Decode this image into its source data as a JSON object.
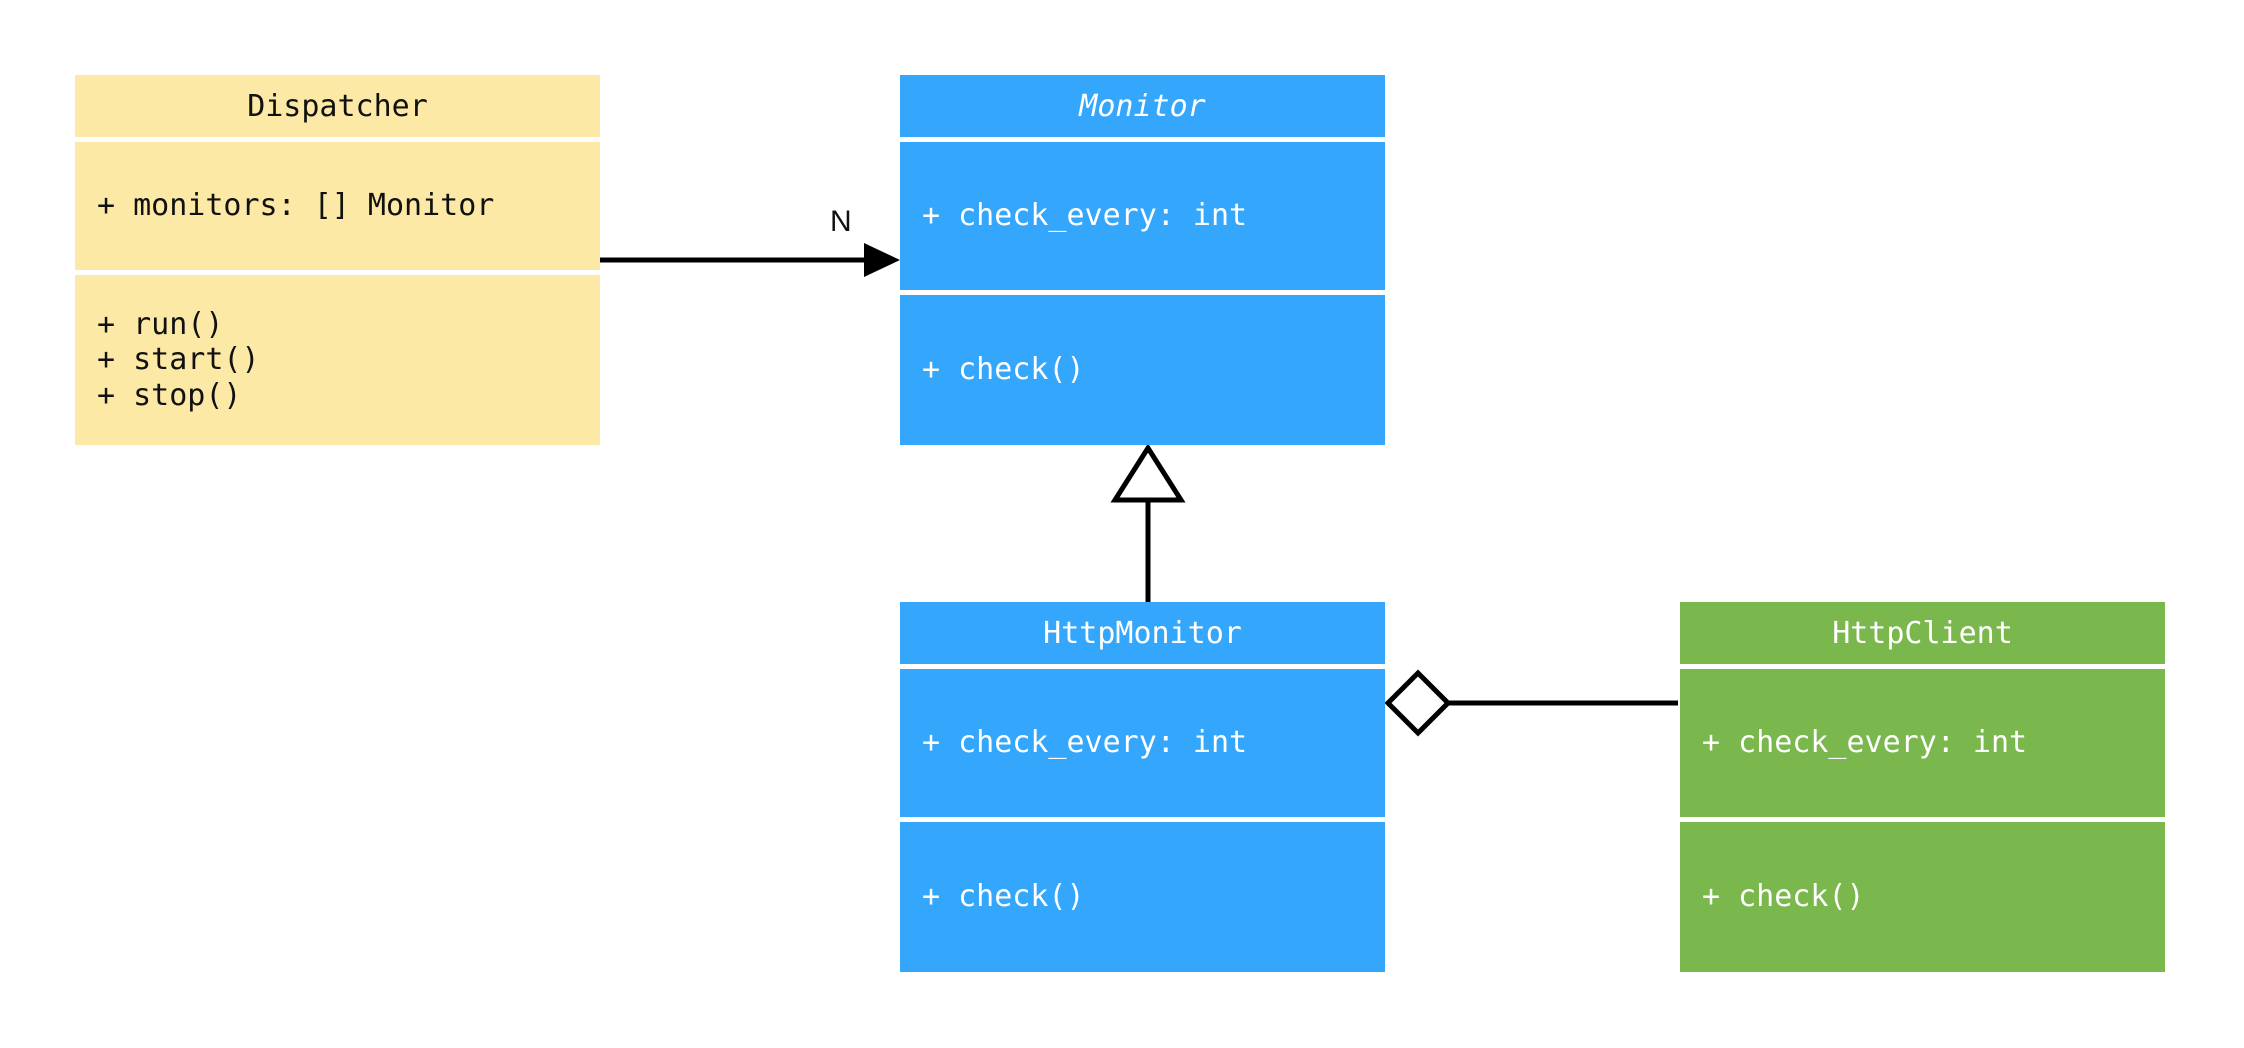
{
  "diagram": {
    "kind": "uml-class-diagram",
    "background": "#ffffff",
    "palette": {
      "cream": "#fce9a5",
      "blue": "#34a7fc",
      "green": "#7ab74c",
      "line": "#000000",
      "dark_text": "#111111",
      "light_text": "#ffffff"
    }
  },
  "classes": {
    "dispatcher": {
      "name": "Dispatcher",
      "abstract": false,
      "color": "#fce9a5",
      "attributes": [
        "+ monitors: [] Monitor"
      ],
      "operations": [
        "+ run()",
        "+ start()",
        "+ stop()"
      ]
    },
    "monitor": {
      "name": "Monitor",
      "abstract": true,
      "color": "#34a7fc",
      "attributes": [
        "+ check_every: int"
      ],
      "operations": [
        "+ check()"
      ]
    },
    "http_monitor": {
      "name": "HttpMonitor",
      "abstract": false,
      "color": "#34a7fc",
      "attributes": [
        "+ check_every: int"
      ],
      "operations": [
        "+ check()"
      ]
    },
    "http_client": {
      "name": "HttpClient",
      "abstract": false,
      "color": "#7ab74c",
      "attributes": [
        "+ check_every: int"
      ],
      "operations": [
        "+ check()"
      ]
    }
  },
  "relations": {
    "dispatcher_to_monitor": {
      "type": "association",
      "from": "Dispatcher",
      "to": "Monitor",
      "label": "N",
      "arrowhead": "filled-arrow"
    },
    "http_monitor_to_monitor": {
      "type": "generalization",
      "from": "HttpMonitor",
      "to": "Monitor",
      "label": "",
      "arrowhead": "hollow-triangle"
    },
    "http_monitor_to_http_client": {
      "type": "aggregation",
      "from": "HttpMonitor",
      "to": "HttpClient",
      "label": "",
      "arrowhead": "hollow-diamond"
    }
  }
}
